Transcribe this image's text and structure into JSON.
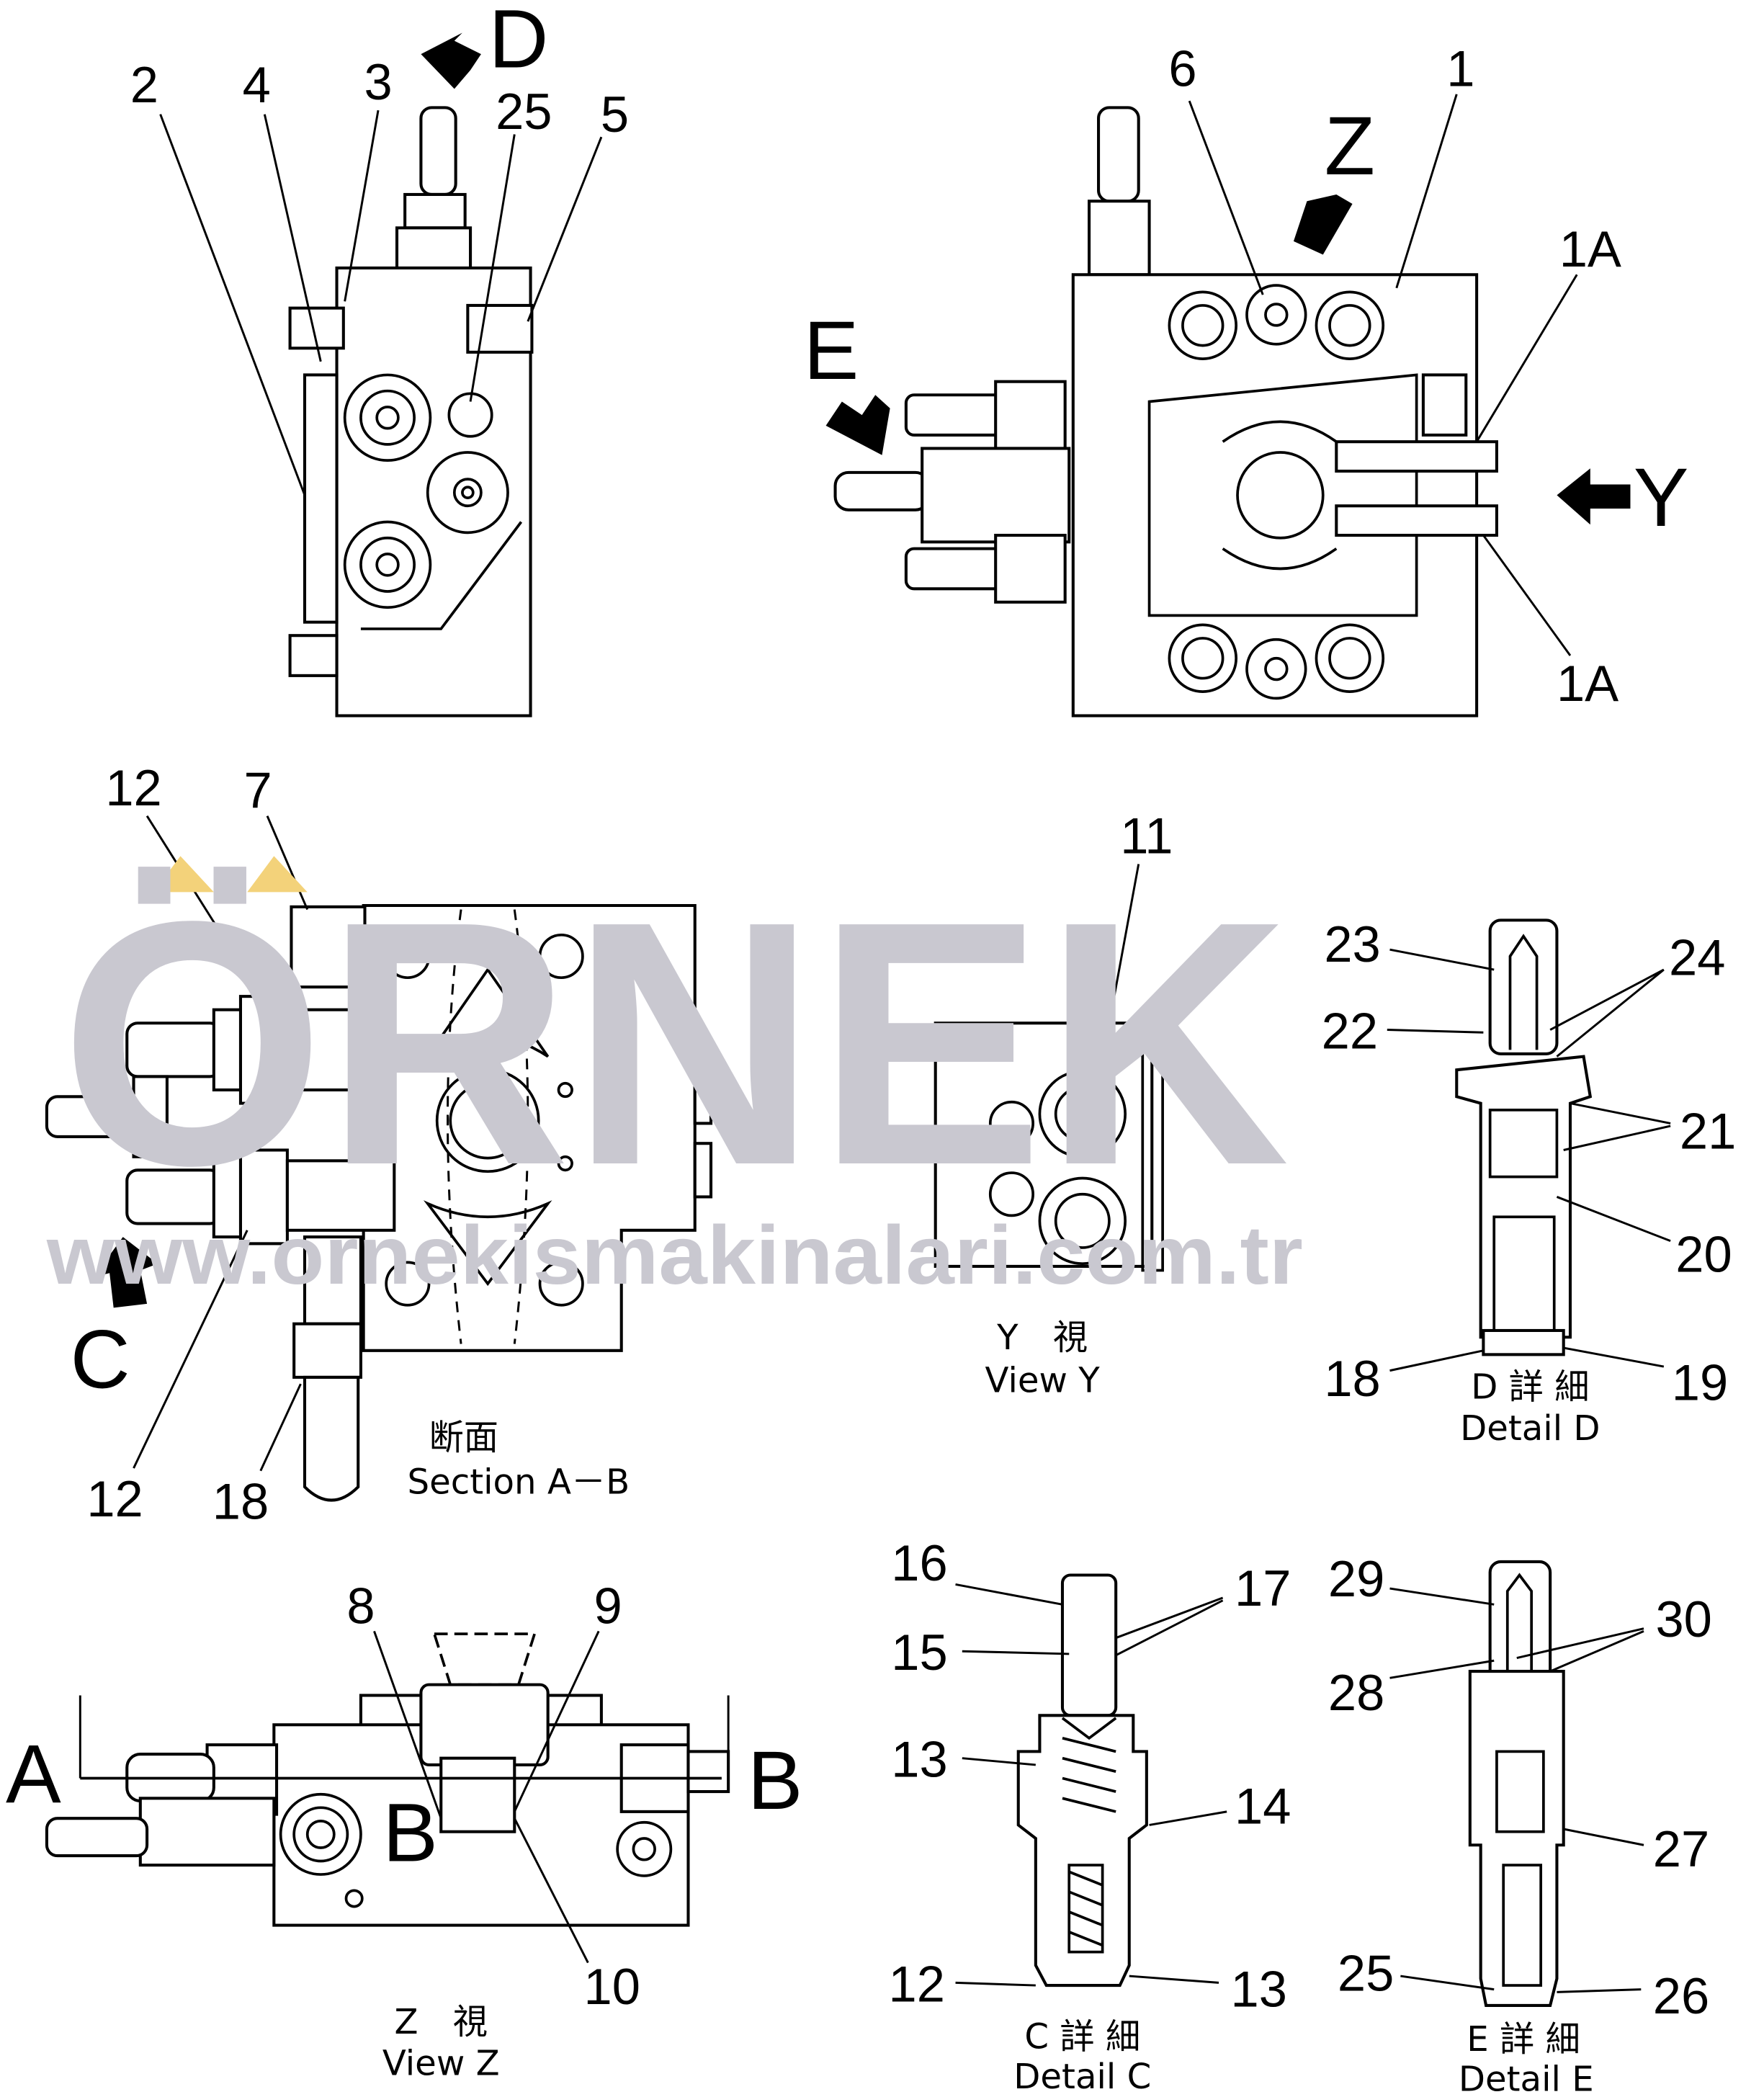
{
  "watermark": {
    "brand": "ÖRNEK",
    "url": "www.ornekismakinalari.com.tr",
    "accent_color": "#f3d27a",
    "text_color": "#c9c8d0"
  },
  "top_left": {
    "callouts": [
      "2",
      "4",
      "3",
      "25",
      "5"
    ],
    "arrow_label": "D"
  },
  "top_right": {
    "callouts": [
      "6",
      "1",
      "1A",
      "1A"
    ],
    "arrow_labels": [
      "Z",
      "E",
      "Y"
    ]
  },
  "section_ab": {
    "callouts": [
      "12",
      "7",
      "12",
      "18"
    ],
    "arrow_label": "C",
    "caption_jp": "断面",
    "caption": "Section A－B"
  },
  "view_y": {
    "callouts": [
      "11"
    ],
    "caption_jp": "Y　視",
    "caption": "View Y"
  },
  "detail_d": {
    "callouts": [
      "23",
      "24",
      "22",
      "21",
      "20",
      "18",
      "19"
    ],
    "caption_jp": "D 詳 細",
    "caption": "Detail D"
  },
  "view_z": {
    "callouts": [
      "8",
      "9",
      "10"
    ],
    "section_marks": [
      "A",
      "B",
      "B"
    ],
    "caption_jp": "Z　視",
    "caption": "View Z"
  },
  "detail_c": {
    "callouts": [
      "16",
      "15",
      "17",
      "13",
      "14",
      "12",
      "13"
    ],
    "caption_jp": "C 詳 細",
    "caption": "Detail C"
  },
  "detail_e": {
    "callouts": [
      "29",
      "30",
      "28",
      "27",
      "25",
      "26"
    ],
    "caption_jp": "E 詳 細",
    "caption": "Detail E"
  }
}
